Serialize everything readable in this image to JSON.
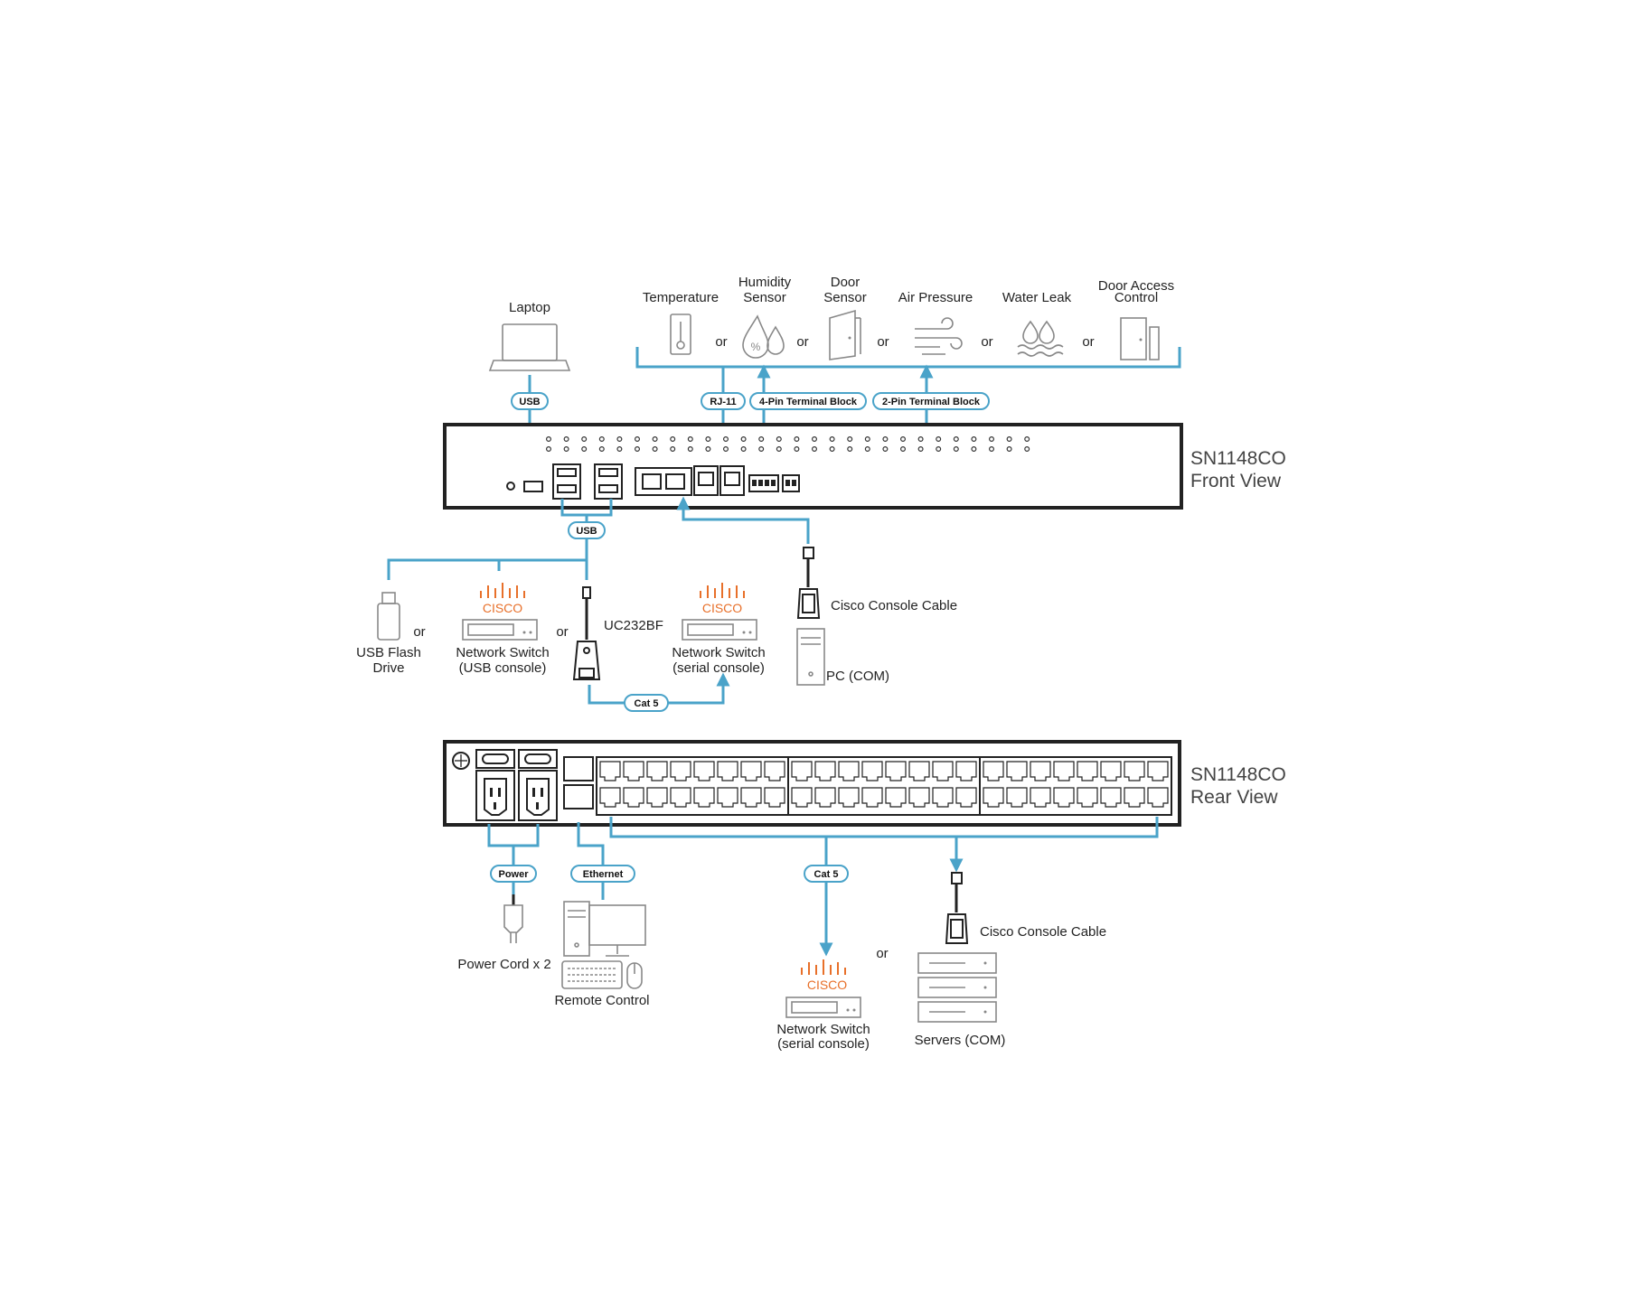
{
  "colors": {
    "link": "#4aa3c9",
    "cisco": "#e8702a",
    "device": "#888888",
    "chassis": "#222222"
  },
  "front": {
    "model": "SN1148CO",
    "view": "Front View",
    "laptop": "Laptop",
    "sensors": {
      "temperature": "Temperature",
      "humidity": [
        "Humidity",
        "Sensor"
      ],
      "door": [
        "Door",
        "Sensor"
      ],
      "air": "Air Pressure",
      "water": "Water Leak",
      "access": [
        "Door Access",
        "Control"
      ]
    },
    "or": "or",
    "pills": {
      "usb_top": "USB",
      "rj11": "RJ-11",
      "pin4": "4-Pin Terminal Block",
      "pin2": "2-Pin Terminal Block",
      "usb_bottom": "USB",
      "cat5": "Cat 5"
    },
    "usb_flash": [
      "USB Flash",
      "Drive"
    ],
    "cisco_text": "CISCO",
    "switch_usb": [
      "Network Switch",
      "(USB console)"
    ],
    "uc232bf": "UC232BF",
    "switch_serial": [
      "Network Switch",
      "(serial console)"
    ],
    "console_cable": "Cisco Console Cable",
    "pc_com": "PC (COM)"
  },
  "rear": {
    "model": "SN1148CO",
    "view": "Rear View",
    "pills": {
      "power": "Power",
      "ethernet": "Ethernet",
      "cat5": "Cat 5"
    },
    "power_cord": "Power Cord x 2",
    "remote_control": "Remote Control",
    "cisco_text": "CISCO",
    "switch_serial": [
      "Network Switch",
      "(serial console)"
    ],
    "or": "or",
    "console_cable": "Cisco Console Cable",
    "servers": "Servers (COM)"
  }
}
